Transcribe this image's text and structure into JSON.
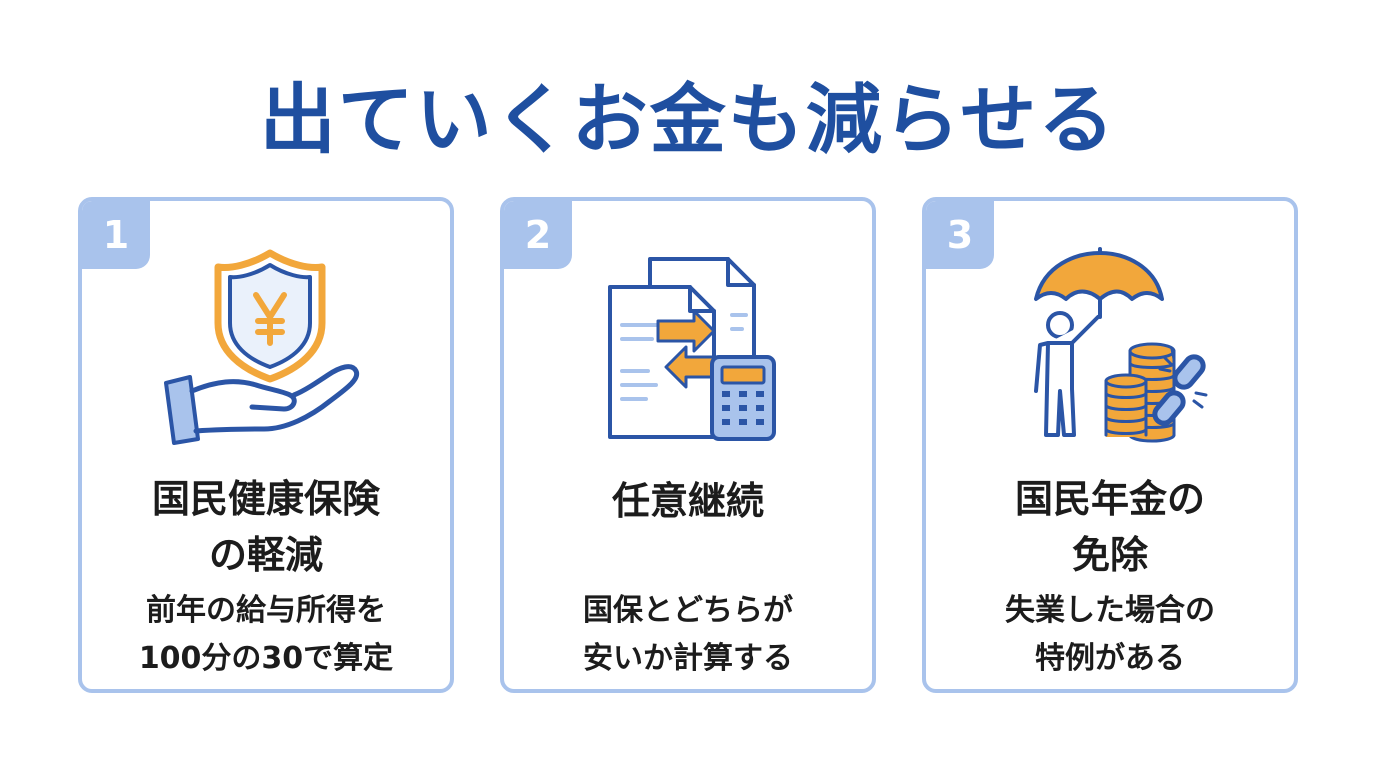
{
  "title": "出ていくお金も減らせる",
  "colors": {
    "title": "#1f4fa0",
    "card_border": "#a9c3ec",
    "icon_blue": "#2b55a6",
    "icon_orange": "#f2a73b",
    "text": "#1c1c1c"
  },
  "cards": [
    {
      "number": "1",
      "icon": "hand-shield-yen-icon",
      "title": "国民健康保険\nの軽減",
      "description": "前年の給与所得を\n100分の30で算定"
    },
    {
      "number": "2",
      "icon": "documents-calculator-icon",
      "title": "任意継続",
      "description": "国保とどちらが\n安いか計算する"
    },
    {
      "number": "3",
      "icon": "person-umbrella-coins-icon",
      "title": "国民年金の\n免除",
      "description": "失業した場合の\n特例がある"
    }
  ]
}
